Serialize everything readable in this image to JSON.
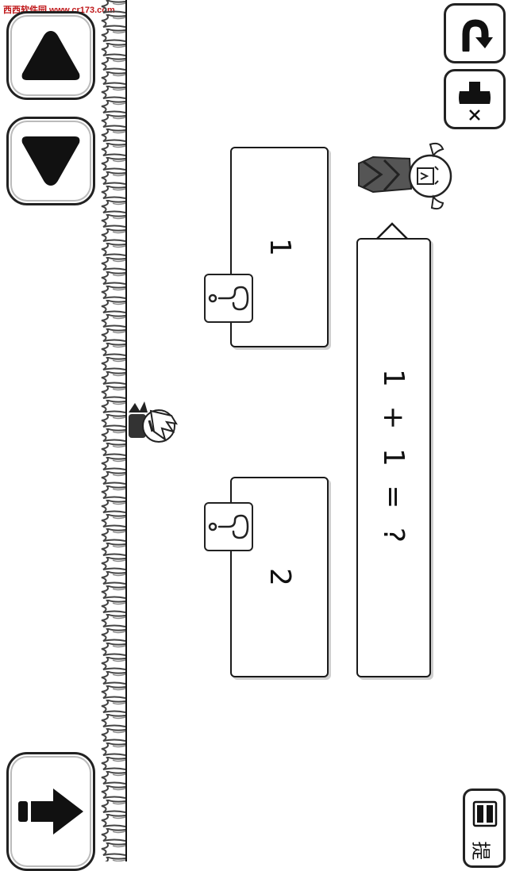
{
  "watermark": "西西软件园 www.cr173.com",
  "controls": {
    "up_icon": "triangle-up-icon",
    "down_icon": "triangle-down-icon",
    "jump_icon": "arrow-right-icon"
  },
  "puzzle": {
    "question": "1 + 1 = ?",
    "answers": [
      {
        "label": "1"
      },
      {
        "label": "2"
      }
    ],
    "hint_icon": "question-hook-icon"
  },
  "toolbar": {
    "undo_icon": "undo-arrow-icon",
    "mute_icon": "mute-speaker-icon",
    "book_icon": "book-icon",
    "book_label": "提"
  },
  "colors": {
    "watermark": "#c0181a",
    "ink": "#111111",
    "background": "#ffffff"
  }
}
